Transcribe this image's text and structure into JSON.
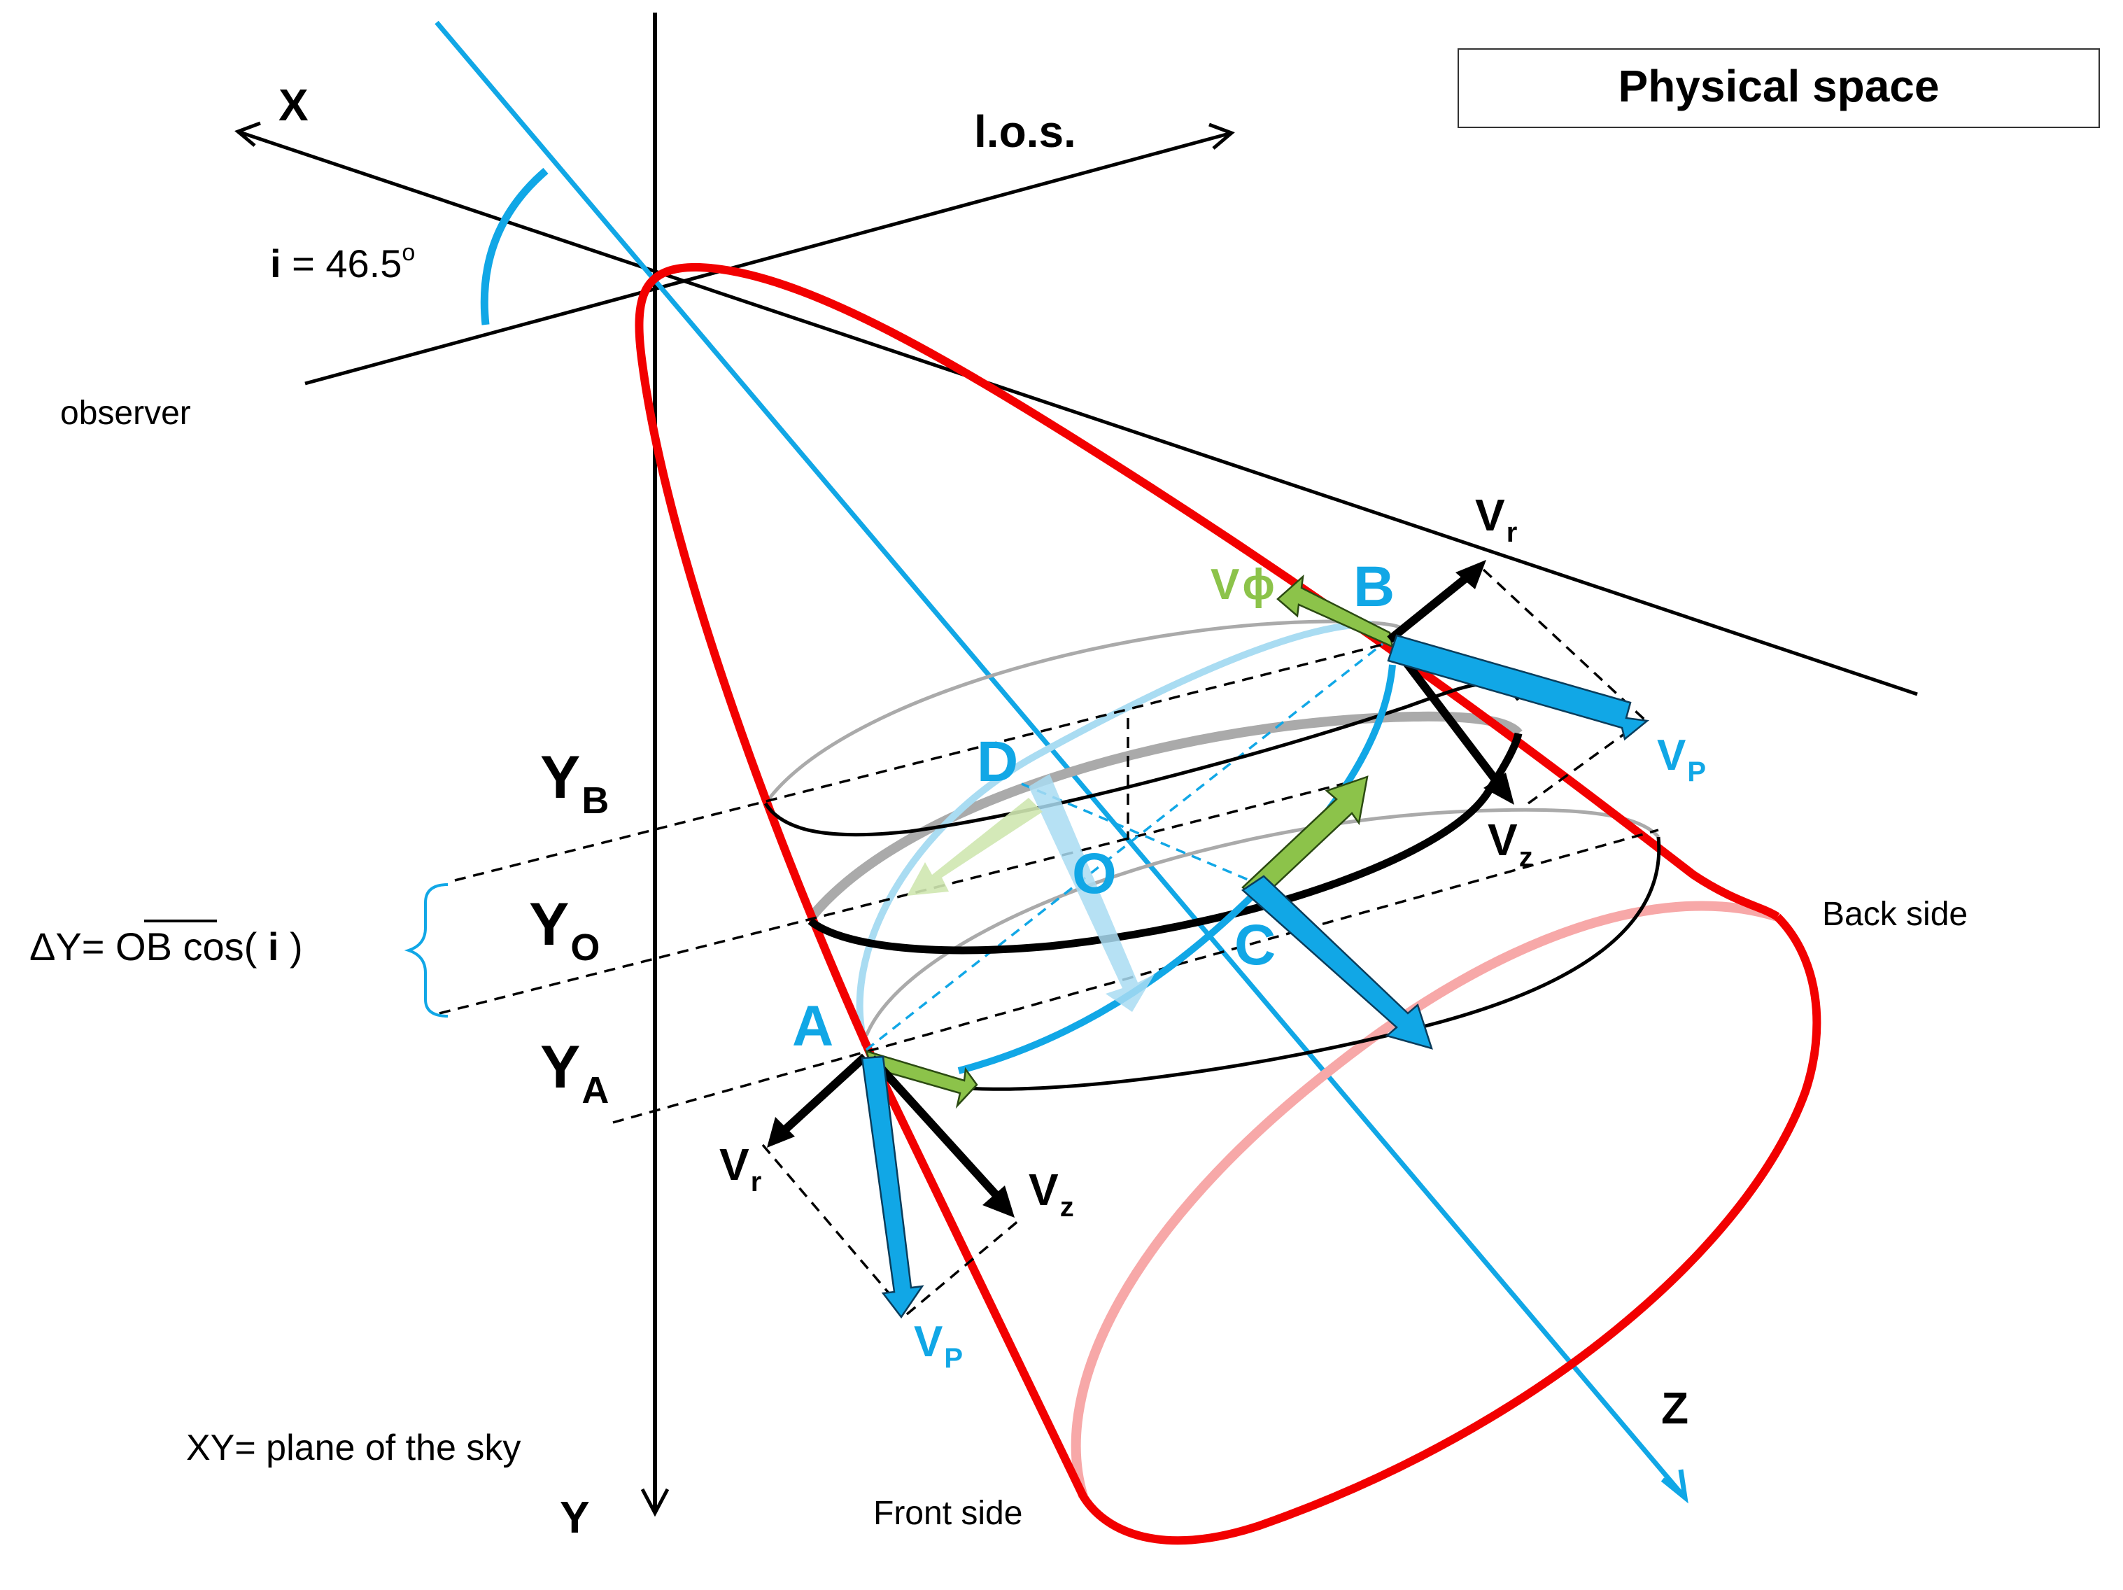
{
  "title_box": "Physical space",
  "axes": {
    "x": "X",
    "y": "Y",
    "z": "Z",
    "los": "l.o.s."
  },
  "inclination": {
    "symbol": "i",
    "rest": " = 46.5",
    "unit": "o"
  },
  "observer": "observer",
  "plane_of_sky": "XY= plane of the sky",
  "front_side": "Front side",
  "back_side": "Back side",
  "levels": {
    "yb": {
      "main": "Y",
      "sub": "B"
    },
    "yo": {
      "main": "Y",
      "sub": "O"
    },
    "ya": {
      "main": "Y",
      "sub": "A"
    }
  },
  "delta": {
    "prefix": "ΔY= ",
    "segment": "OB",
    "cos": " cos( ",
    "i": "i",
    "close": " )"
  },
  "points": {
    "a": "A",
    "b": "B",
    "c": "C",
    "d": "D",
    "o": "O"
  },
  "vectors": {
    "v": "V",
    "r": "r",
    "z": "z",
    "p": "P",
    "phi": "ϕ"
  },
  "colors": {
    "cone": "#f20000",
    "cone_back": "#f7a8a8",
    "axis_blue": "#11a7e6",
    "light_blue": "#a9dcf2",
    "green": "#8cc34a",
    "ring_gray": "#aaaaaa"
  }
}
